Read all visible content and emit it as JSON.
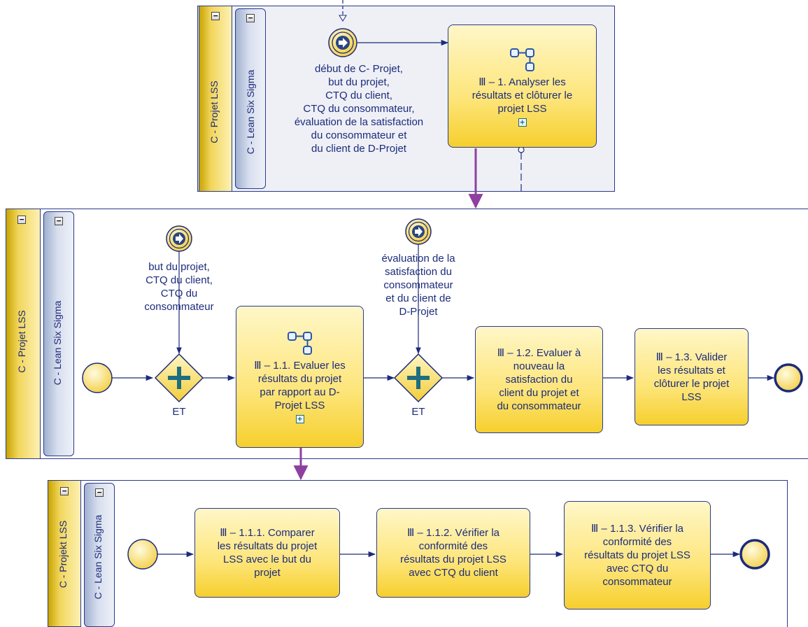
{
  "top": {
    "lane_outer": "C - Projet LSS",
    "lane_inner": "C - Lean Six Sigma",
    "start_label_lines": [
      "début de C- Projet,",
      "but du projet,",
      "CTQ du client,",
      "CTQ du consommateur,",
      "évaluation de la satisfaction",
      "du consommateur et",
      "du client de D-Projet"
    ],
    "task_lines": [
      "Ⅲ – 1. Analyser les",
      "résultats et clôturer le",
      "projet LSS"
    ]
  },
  "middle": {
    "lane_outer": "C - Projet LSS",
    "lane_inner": "C - Lean Six Sigma",
    "msg1_lines": [
      "but du projet,",
      "CTQ du client,",
      "CTQ du",
      "consommateur"
    ],
    "msg2_lines": [
      "évaluation de la",
      "satisfaction du",
      "consommateur",
      "et du client de",
      "D-Projet"
    ],
    "gateway1_label": "ET",
    "gateway2_label": "ET",
    "task1_lines": [
      "Ⅲ – 1.1. Evaluer les",
      "résultats du projet",
      "par rapport au D-",
      "Projet LSS"
    ],
    "task2_lines": [
      "Ⅲ – 1.2. Evaluer à",
      "nouveau la",
      "satisfaction du",
      "client du projet et",
      "du consommateur"
    ],
    "task3_lines": [
      "Ⅲ – 1.3. Valider",
      "les résultats et",
      "clôturer le projet",
      "LSS"
    ]
  },
  "bottom": {
    "lane_outer": "C - Projekt LSS",
    "lane_inner": "C - Lean Six Sigma",
    "task1_lines": [
      "Ⅲ – 1.1.1. Comparer",
      "les résultats du projet",
      "LSS avec le but du",
      "projet"
    ],
    "task2_lines": [
      "Ⅲ – 1.1.2. Vérifier la",
      "conformité des",
      "résultats du projet LSS",
      "avec CTQ du client"
    ],
    "task3_lines": [
      "Ⅲ – 1.1.3. Vérifier la",
      "conformité des",
      "résultats du projet LSS",
      "avec CTQ du",
      "consommateur"
    ]
  },
  "colors": {
    "line": "#1c2b7a",
    "connector": "#8e3fa0",
    "task_fill": "#fde57a",
    "pool_bg": "#eef0f6"
  }
}
